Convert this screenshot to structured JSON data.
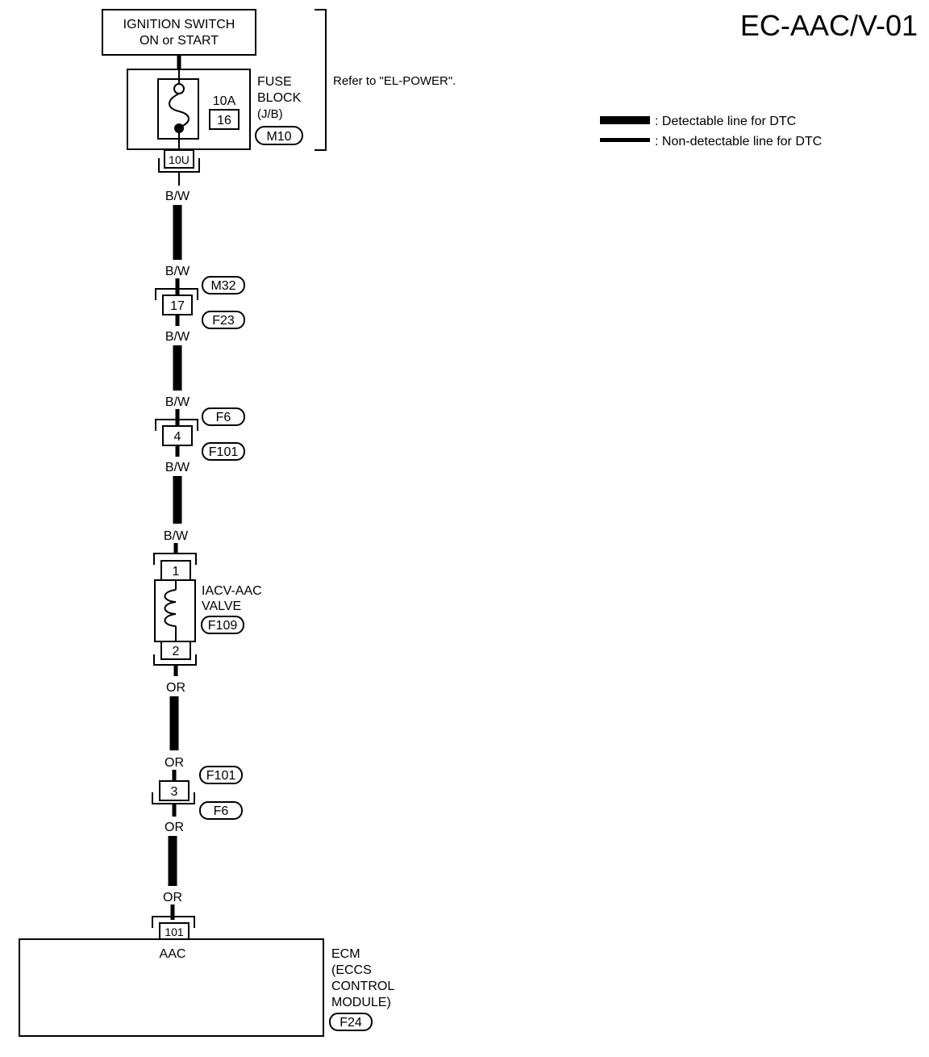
{
  "diagram_title": "EC-AAC/V-01",
  "legend": {
    "detectable": ": Detectable line for DTC",
    "non_detectable": ": Non-detectable line for DTC"
  },
  "ignition_switch": {
    "line1": "IGNITION SWITCH",
    "line2": "ON or START"
  },
  "fuse_block": {
    "amperage": "10A",
    "fuse_number": "16",
    "label_line1": "FUSE",
    "label_line2": "BLOCK",
    "label_line3": "(J/B)",
    "connector": "M10",
    "terminal": "10U",
    "refer_note": "Refer to \"EL-POWER\"."
  },
  "wires": {
    "w1_top": "B/W",
    "w1_bottom": "B/W",
    "w2_top": "B/W",
    "w2_bottom": "B/W",
    "w3_top": "B/W",
    "w3_bottom": "B/W",
    "w4_top": "OR",
    "w4_bottom": "OR",
    "w5_top": "OR",
    "w5_bottom": "OR"
  },
  "joint1": {
    "terminal": "17",
    "connector_upper": "M32",
    "connector_lower": "F23"
  },
  "joint2": {
    "terminal": "4",
    "connector_upper": "F6",
    "connector_lower": "F101"
  },
  "valve": {
    "terminal_in": "1",
    "terminal_out": "2",
    "label_line1": "IACV-AAC",
    "label_line2": "VALVE",
    "connector": "F109"
  },
  "joint3": {
    "terminal": "3",
    "connector_upper": "F101",
    "connector_lower": "F6"
  },
  "ecm": {
    "terminal": "101",
    "pin_label": "AAC",
    "label_line1": "ECM",
    "label_line2": "(ECCS",
    "label_line3": "CONTROL",
    "label_line4": "MODULE)",
    "connector": "F24"
  }
}
